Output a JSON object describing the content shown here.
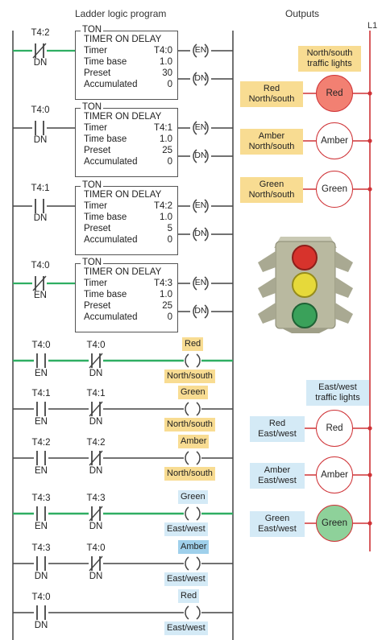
{
  "header": {
    "title": "Ladder logic program",
    "outputs": "Outputs",
    "rail": "L1"
  },
  "timers": [
    {
      "type": "TON",
      "title": "TIMER ON DELAY",
      "timer_label": "Timer",
      "timer": "T4:0",
      "timebase_label": "Time base",
      "timebase": "1.0",
      "preset_label": "Preset",
      "preset": "30",
      "acc_label": "Accumulated",
      "acc": "0",
      "contact": "T4:2",
      "contact_bit": "DN",
      "contact_type": "NC",
      "en": "EN",
      "dn": "DN"
    },
    {
      "type": "TON",
      "title": "TIMER ON DELAY",
      "timer_label": "Timer",
      "timer": "T4:1",
      "timebase_label": "Time base",
      "timebase": "1.0",
      "preset_label": "Preset",
      "preset": "25",
      "acc_label": "Accumulated",
      "acc": "0",
      "contact": "T4:0",
      "contact_bit": "DN",
      "contact_type": "NO",
      "en": "EN",
      "dn": "DN"
    },
    {
      "type": "TON",
      "title": "TIMER ON DELAY",
      "timer_label": "Timer",
      "timer": "T4:2",
      "timebase_label": "Time base",
      "timebase": "1.0",
      "preset_label": "Preset",
      "preset": "5",
      "acc_label": "Accumulated",
      "acc": "0",
      "contact": "T4:1",
      "contact_bit": "DN",
      "contact_type": "NO",
      "en": "EN",
      "dn": "DN"
    },
    {
      "type": "TON",
      "title": "TIMER ON DELAY",
      "timer_label": "Timer",
      "timer": "T4:3",
      "timebase_label": "Time base",
      "timebase": "1.0",
      "preset_label": "Preset",
      "preset": "25",
      "acc_label": "Accumulated",
      "acc": "0",
      "contact": "T4:0",
      "contact_bit": "EN",
      "contact_type": "NC",
      "en": "EN",
      "dn": "DN"
    }
  ],
  "rungs": [
    {
      "c1": "T4:0",
      "b1": "EN",
      "c2": "T4:0",
      "b2": "DN",
      "coil_top": "Red",
      "coil_bottom": "North/south",
      "top_style": "yellow",
      "bottom_style": "yellow",
      "green": true
    },
    {
      "c1": "T4:1",
      "b1": "EN",
      "c2": "T4:1",
      "b2": "DN",
      "coil_top": "Green",
      "coil_bottom": "North/south",
      "top_style": "yellow",
      "bottom_style": "yellow",
      "green": false
    },
    {
      "c1": "T4:2",
      "b1": "EN",
      "c2": "T4:2",
      "b2": "DN",
      "coil_top": "Amber",
      "coil_bottom": "North/south",
      "top_style": "yellow",
      "bottom_style": "yellow",
      "green": false
    },
    {
      "c1": "T4:3",
      "b1": "EN",
      "c2": "T4:3",
      "b2": "DN",
      "coil_top": "Green",
      "coil_bottom": "East/west",
      "top_style": "blue",
      "bottom_style": "blue",
      "green": true
    },
    {
      "c1": "T4:3",
      "b1": "DN",
      "c2": "T4:0",
      "b2": "DN",
      "coil_top": "Amber",
      "coil_bottom": "East/west",
      "top_style": "blue2",
      "bottom_style": "blue",
      "green": false
    },
    {
      "c1": "T4:0",
      "b1": "DN",
      "c2": "",
      "b2": "",
      "coil_top": "Red",
      "coil_bottom": "East/west",
      "top_style": "blue",
      "bottom_style": "blue",
      "green": false
    }
  ],
  "ns_group": {
    "title": "North/south traffic lights"
  },
  "ew_group": {
    "title": "East/west traffic lights"
  },
  "outputs": [
    {
      "label": "Red North/south",
      "lamp": "Red",
      "style": "yellow",
      "lit": true,
      "lit_color": "#f28072"
    },
    {
      "label": "Amber North/south",
      "lamp": "Amber",
      "style": "yellow",
      "lit": false,
      "lit_color": ""
    },
    {
      "label": "Green North/south",
      "lamp": "Green",
      "style": "yellow",
      "lit": false,
      "lit_color": ""
    },
    {
      "label": "Red East/west",
      "lamp": "Red",
      "style": "blue",
      "lit": false,
      "lit_color": ""
    },
    {
      "label": "Amber East/west",
      "lamp": "Amber",
      "style": "blue",
      "lit": false,
      "lit_color": ""
    },
    {
      "label": "Green East/west",
      "lamp": "Green",
      "style": "blue",
      "lit": true,
      "lit_color": "#8ed19a"
    }
  ],
  "colors": {
    "rail_red": "#cf3337",
    "powered": "#2fae62",
    "wire": "#444",
    "yellow": "#f8dc92",
    "blue": "#d4eaf6"
  }
}
